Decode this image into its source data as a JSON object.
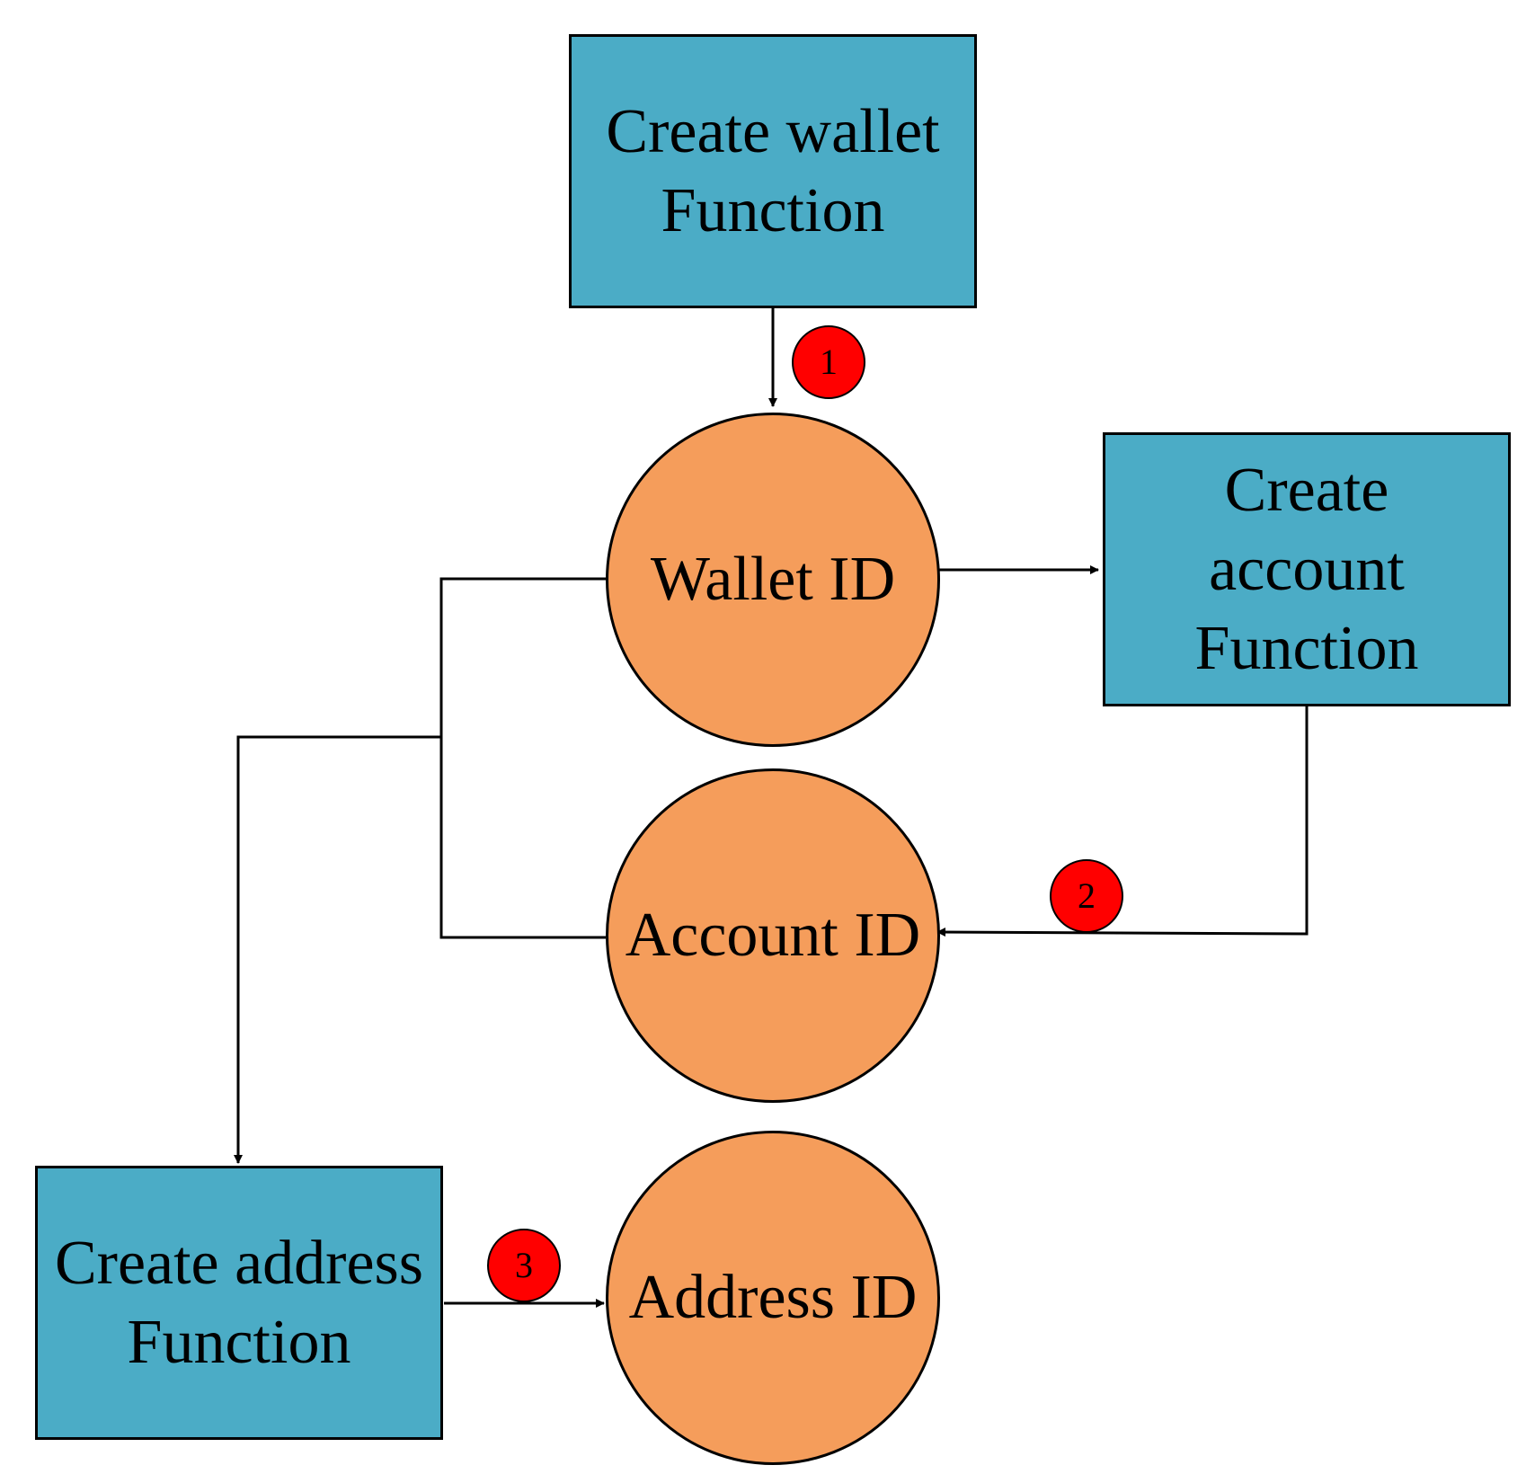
{
  "nodes": {
    "create_wallet": {
      "line1": "Create wallet",
      "line2": "Function"
    },
    "create_account": {
      "line1": "Create",
      "line2": "account",
      "line3": "Function"
    },
    "create_address": {
      "line1": "Create address",
      "line2": "Function"
    },
    "wallet_id": {
      "label": "Wallet ID"
    },
    "account_id": {
      "label": "Account ID"
    },
    "address_id": {
      "label": "Address ID"
    }
  },
  "steps": [
    {
      "number": "1"
    },
    {
      "number": "2"
    },
    {
      "number": "3"
    }
  ],
  "colors": {
    "function_box": "#4BACC6",
    "id_circle": "#F59D5B",
    "step_badge": "#FF0000",
    "line": "#000000"
  }
}
